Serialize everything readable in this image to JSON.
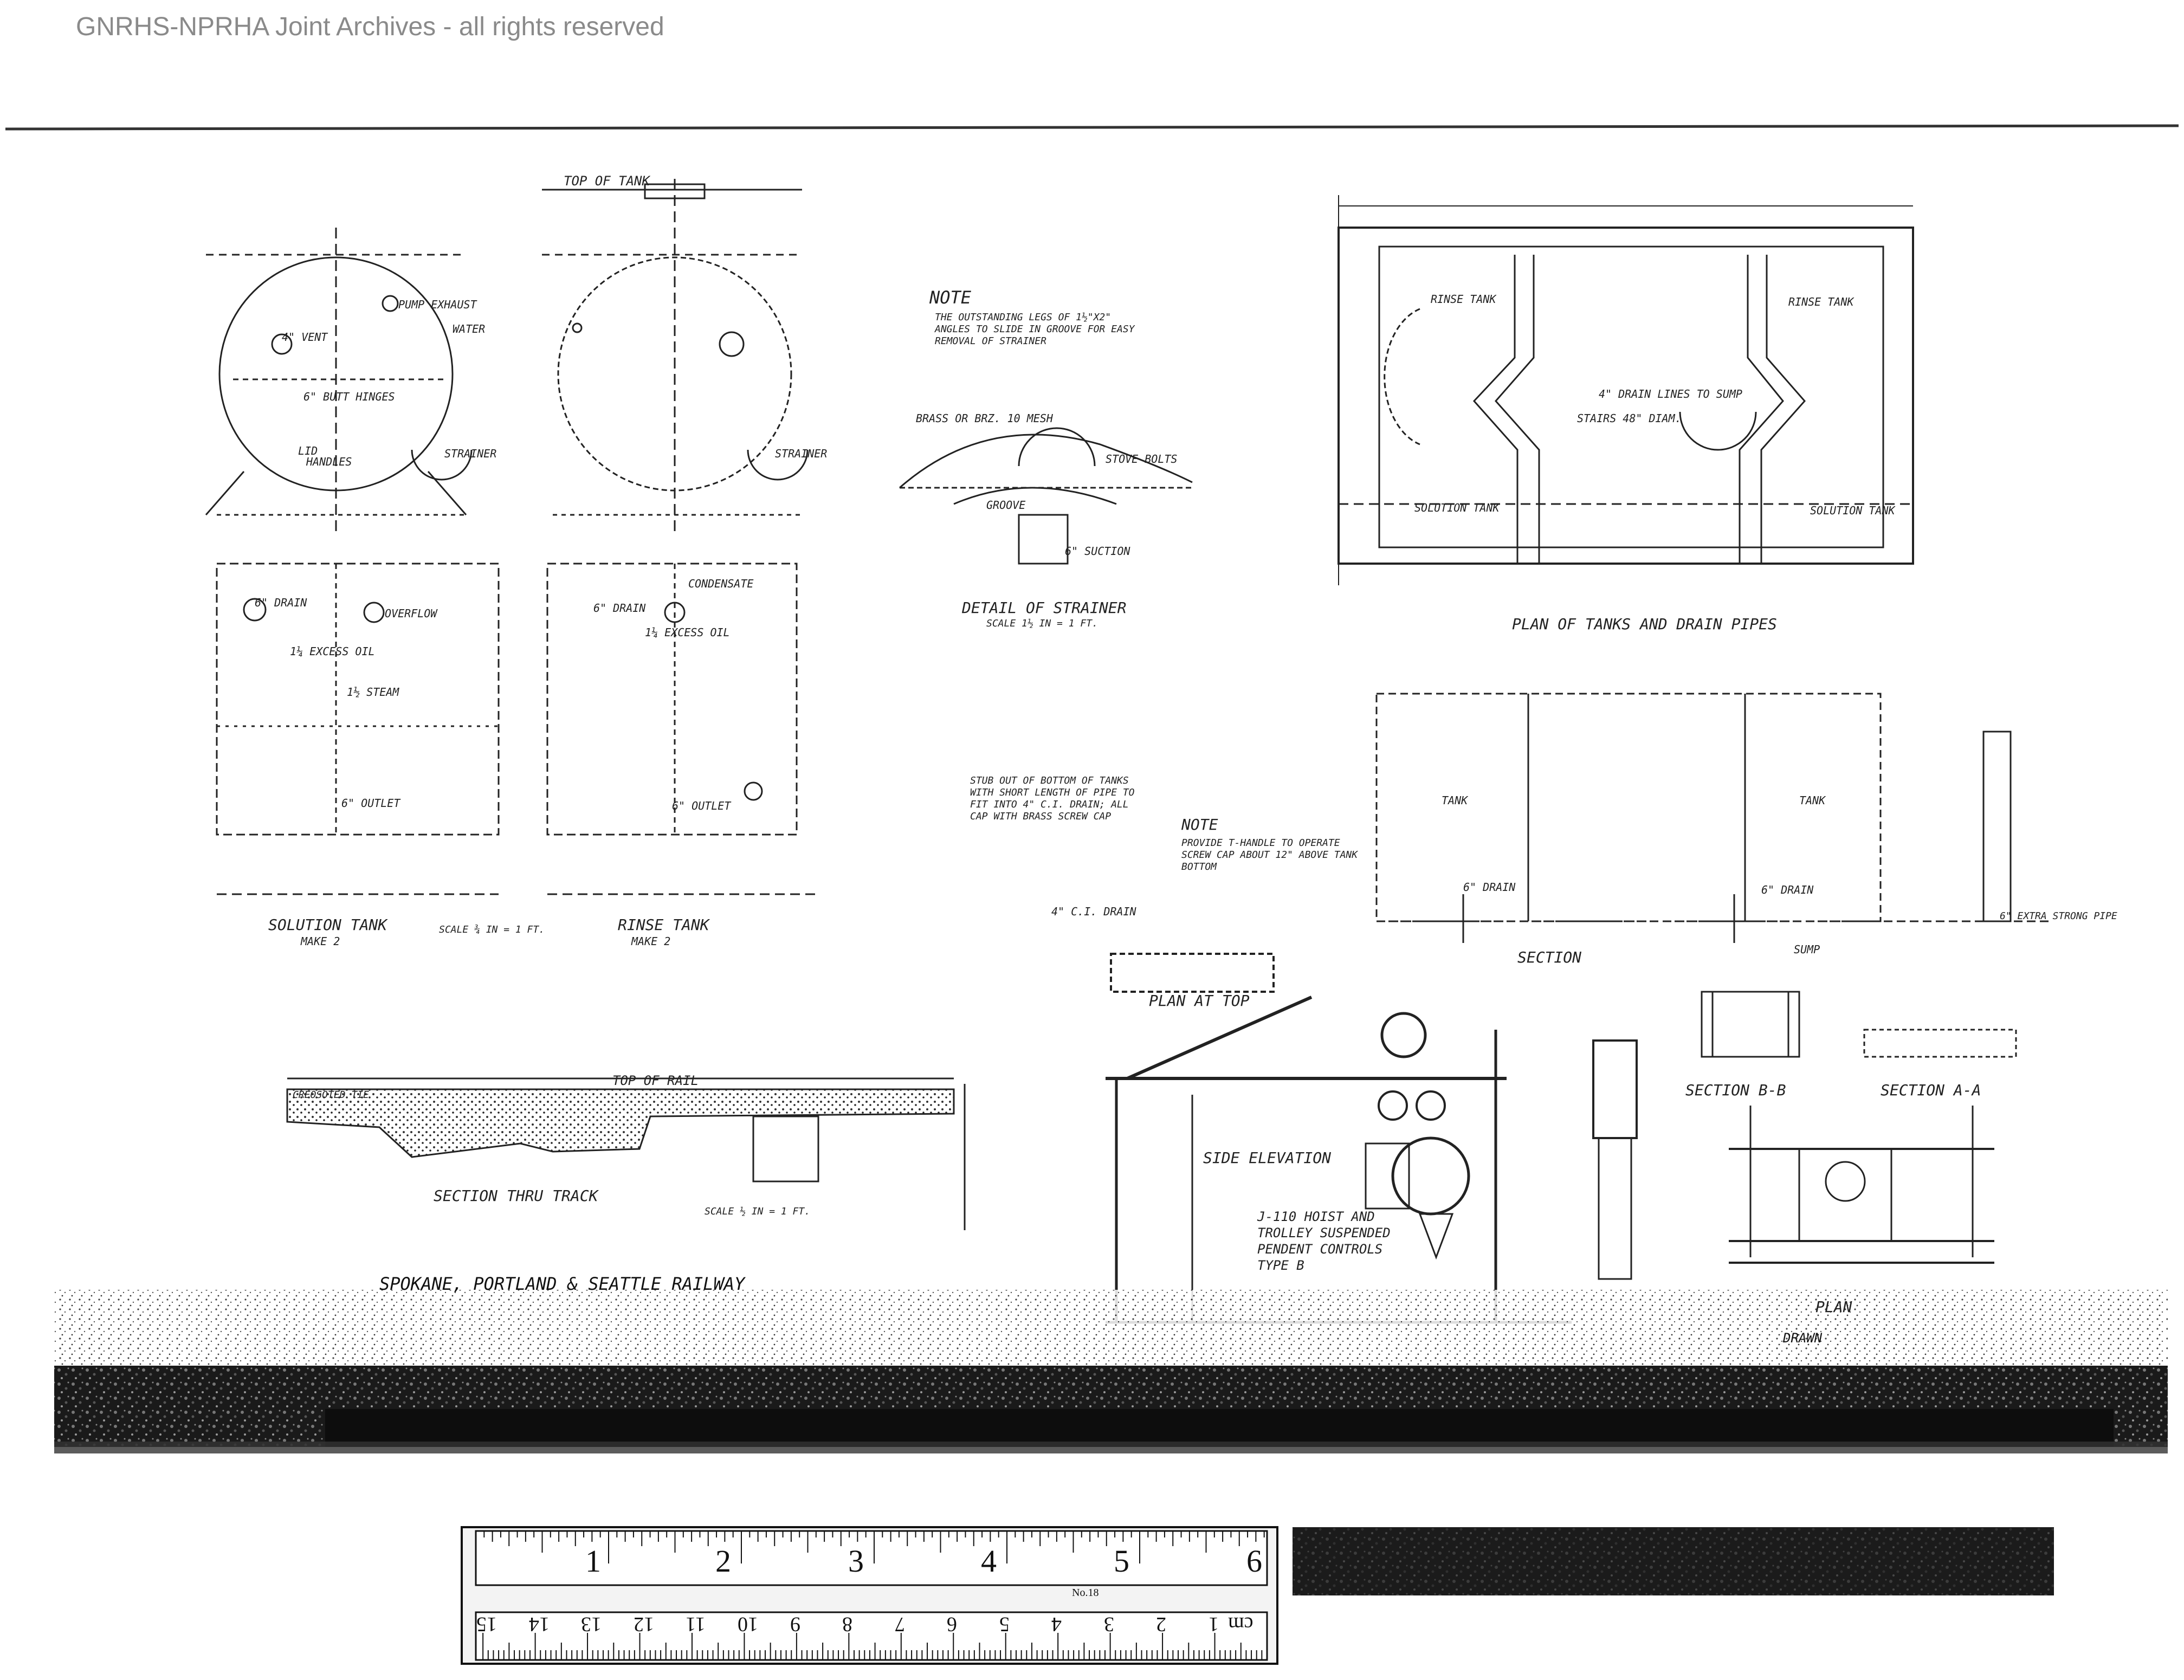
{
  "header": {
    "watermark": "GNRHS-NPRHA Joint Archives - all rights reserved"
  },
  "notes": {
    "note_heading": "NOTE",
    "note_text": "THE OUTSTANDING LEGS OF 1½\"X2\" ANGLES TO SLIDE IN GROOVE FOR EASY REMOVAL OF STRAINER",
    "note2_heading": "NOTE",
    "note2_text": "PROVIDE T-HANDLE TO OPERATE SCREW CAP ABOUT 12\" ABOVE TANK BOTTOM",
    "stub_text": "STUB OUT OF BOTTOM OF TANKS WITH SHORT LENGTH OF PIPE TO FIT INTO 4\" C.I. DRAIN; ALL CAP WITH BRASS SCREW CAP"
  },
  "labels": {
    "solution_tank": "SOLUTION TANK",
    "solution_make": "MAKE 2",
    "rinse_tank": "RINSE TANK",
    "rinse_make": "MAKE 2",
    "scale_1": "SCALE ¾ IN = 1 FT.",
    "detail_strainer": "DETAIL OF STRAINER",
    "detail_scale": "SCALE 1½ IN = 1 FT.",
    "plan_tanks": "PLAN OF TANKS AND DRAIN PIPES",
    "section": "SECTION",
    "section_track": "SECTION THRU TRACK",
    "scale_track": "SCALE ½ IN = 1 FT.",
    "top_of_rail": "TOP OF RAIL",
    "top_of_tank": "TOP OF TANK",
    "plan_at_top": "PLAN AT TOP",
    "side_elevation": "SIDE ELEVATION",
    "hoist": "J-110 HOIST AND TROLLEY SUSPENDED PENDENT CONTROLS TYPE B",
    "section_bb": "SECTION B-B",
    "section_aa": "SECTION A-A",
    "plan": "PLAN",
    "rinse_tank_plan": "RINSE TANK",
    "solution_tank_plan": "SOLUTION TANK",
    "tank": "TANK",
    "sump": "SUMP",
    "strainer": "STRAINER",
    "vent": "4\" VENT",
    "water": "WATER",
    "pump_exhaust": "PUMP EXHAUST",
    "butt_hinges": "6\" BUTT HINGES",
    "lid": "LID",
    "handles": "HANDLES",
    "drain": "6\" DRAIN",
    "overflow": "OVERFLOW",
    "excess_oil": "1¼ EXCESS OIL",
    "steam": "1½ STEAM",
    "outlet": "6\" OUTLET",
    "condensate": "CONDENSATE",
    "ci_drain": "4\" C.I. DRAIN",
    "drain_lines": "4\" DRAIN LINES TO SUMP",
    "stairs": "STAIRS 48\" DIAM.",
    "extra_strong": "6\" EXTRA STRONG PIPE",
    "creosoted_tie": "CREOSOTED TIE",
    "railway": "SPOKANE, PORTLAND & SEATTLE RAILWAY",
    "drawn": "DRAWN",
    "brass_mesh": "BRASS OR BRZ. 10 MESH",
    "stove_bolts": "STOVE BOLTS",
    "suction": "6\" SUCTION",
    "groove": "GROOVE"
  },
  "ruler": {
    "inches": [
      "1",
      "2",
      "3",
      "4",
      "5",
      "6"
    ],
    "centimeters": [
      "1",
      "2",
      "3",
      "4",
      "5",
      "6",
      "7",
      "8",
      "9",
      "10",
      "11",
      "12",
      "13",
      "14",
      "15"
    ],
    "cm_prefix": "cm",
    "model": "No.18"
  }
}
